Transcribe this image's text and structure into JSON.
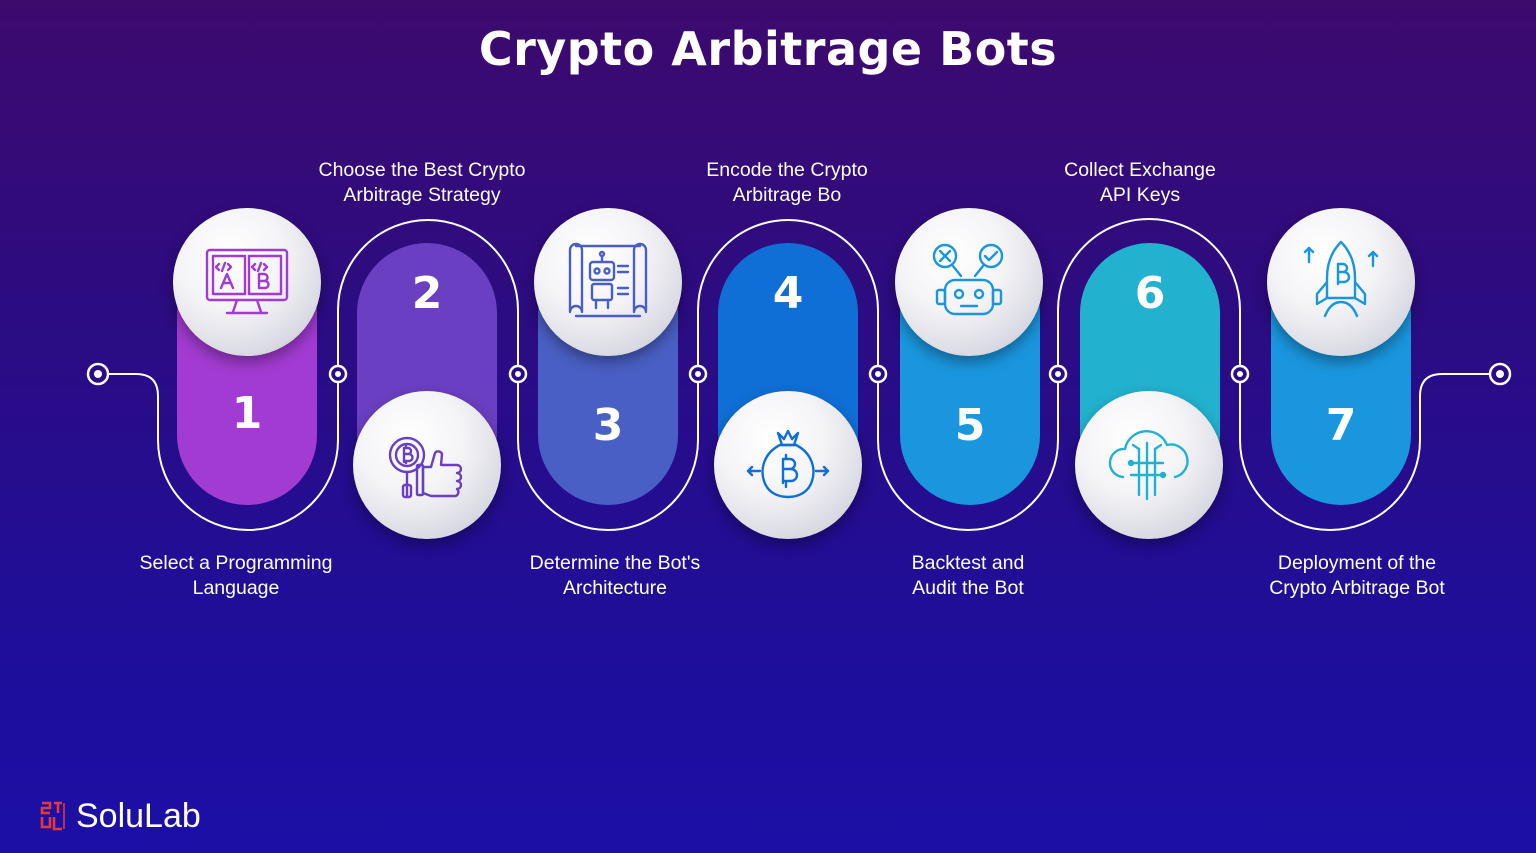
{
  "title": "Crypto Arbitrage Bots",
  "steps": [
    {
      "number": "1",
      "label_line1": "Select a Programming",
      "label_line2": "Language",
      "color": "#a23bd1",
      "icon": "code-ab-monitor-icon"
    },
    {
      "number": "2",
      "label_line1": "Choose the Best Crypto",
      "label_line2": "Arbitrage Strategy",
      "color": "#6b3fc2",
      "icon": "bitcoin-thumbs-up-icon"
    },
    {
      "number": "3",
      "label_line1": "Determine the Bot's",
      "label_line2": "Architecture",
      "color": "#4a5fc5",
      "icon": "robot-blueprint-icon"
    },
    {
      "number": "4",
      "label_line1": "Encode the Crypto",
      "label_line2": "Arbitrage Bo",
      "color": "#0f6fd6",
      "icon": "bitcoin-bag-icon"
    },
    {
      "number": "5",
      "label_line1": "Backtest and",
      "label_line2": "Audit the Bot",
      "color": "#1a96de",
      "icon": "robot-check-cross-icon"
    },
    {
      "number": "6",
      "label_line1": "Collect Exchange",
      "label_line2": "API Keys",
      "color": "#22b2cf",
      "icon": "cloud-circuit-icon"
    },
    {
      "number": "7",
      "label_line1": "Deployment of the",
      "label_line2": "Crypto Arbitrage Bot",
      "color": "#1a96de",
      "icon": "bitcoin-rocket-icon"
    }
  ],
  "brand": {
    "name": "SoluLab",
    "logo": "solulab-logo-icon",
    "logo_color": "#e0393e"
  }
}
